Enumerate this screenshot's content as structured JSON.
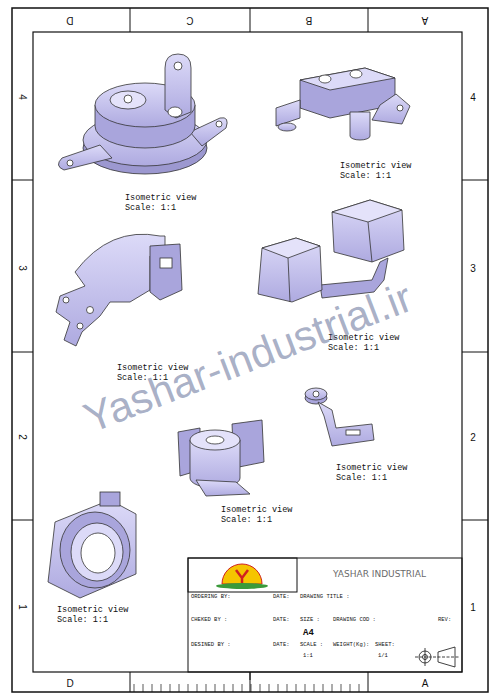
{
  "diagram": {
    "nodes": [
      {
        "text": [
          "YASHAR INDUSTRIAL"
        ]
      },
      {
        "text": [
          "ORDERING BY:"
        ]
      },
      {
        "text": [
          "DATE:"
        ]
      },
      {
        "text": [
          "DRAWING TITLE :"
        ]
      },
      {
        "text": [
          "CHEKED BY :"
        ]
      },
      {
        "text": [
          "DATE:"
        ]
      },
      {
        "text": [
          "SIZE :",
          "A4"
        ]
      },
      {
        "text": [
          "DRAWING COD :"
        ]
      },
      {
        "text": [
          "REV:"
        ]
      },
      {
        "text": [
          "DESINED BY :"
        ]
      },
      {
        "text": [
          "DATE:"
        ]
      },
      {
        "text": [
          "SCALE :",
          "1:1"
        ]
      },
      {
        "text": [
          "WEIGHT(Kg):"
        ]
      },
      {
        "text": [
          "SHEET:",
          "1/1"
        ]
      }
    ],
    "labels": [
      "D",
      "C",
      "B",
      "A",
      "4",
      "3",
      "2",
      "1",
      "4",
      "3",
      "2",
      "1",
      "D",
      "A",
      "Isometric view",
      "Scale: 1:1",
      "Isometric view",
      "Scale: 1:1",
      "Isometric view",
      "Scale: 1:1",
      "Isometric view",
      "Scale: 1:1",
      "Isometric view",
      "Scale: 1:1",
      "Isometric view",
      "Scale: 1:1",
      "Isometric view",
      "Scale: 1:1",
      "Yashar-industrial.ir"
    ]
  }
}
